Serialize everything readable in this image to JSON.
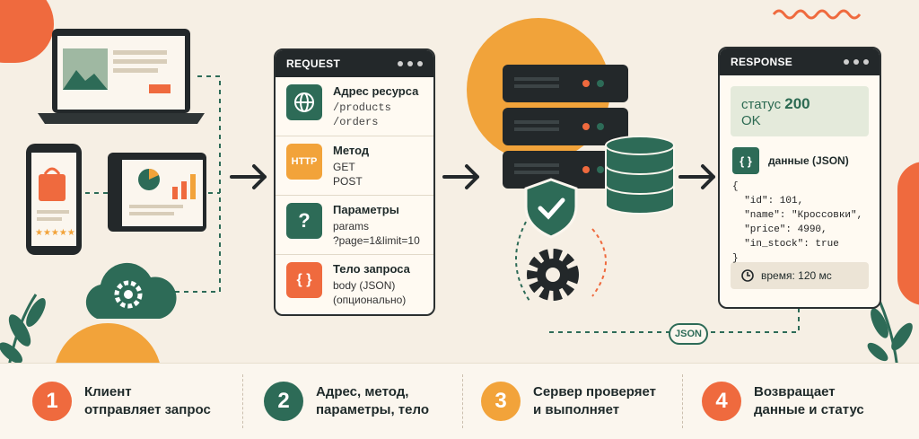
{
  "colors": {
    "teal": "#2d6b57",
    "orange": "#ef6a3e",
    "amber": "#f2a33a",
    "dark": "#23282a"
  },
  "request": {
    "header": "REQUEST",
    "rows": [
      {
        "icon": "globe-icon",
        "title": "Адрес ресурса",
        "lines": [
          "/products",
          "/orders"
        ]
      },
      {
        "icon": "http-icon",
        "badge": "HTTP",
        "title": "Метод",
        "lines": [
          "GET",
          "POST"
        ]
      },
      {
        "icon": "question-icon",
        "badge": "?",
        "title": "Параметры",
        "lines": [
          "params",
          "?page=1&limit=10"
        ]
      },
      {
        "icon": "braces-icon",
        "badge": "{ }",
        "title": "Тело запроса",
        "lines": [
          "body (JSON)",
          "(опционально)"
        ]
      }
    ]
  },
  "response": {
    "header": "RESPONSE",
    "status_label": "статус",
    "status_code": "200",
    "status_text": "OK",
    "data_badge": "{ }",
    "data_label": "данные (JSON)",
    "json": "{\n  \"id\": 101,\n  \"name\": \"Кроссовки\",\n  \"price\": 4990,\n  \"in_stock\": true\n}",
    "time_label": "время: 120 мс"
  },
  "server": {
    "json_badge": "JSON"
  },
  "steps": [
    {
      "number": "1",
      "text1": "Клиент",
      "text2": "отправляет запрос",
      "color": "#ef6a3e"
    },
    {
      "number": "2",
      "text1": "Адрес, метод,",
      "text2": "параметры, тело",
      "color": "#2d6b57"
    },
    {
      "number": "3",
      "text1": "Сервер проверяет",
      "text2": "и выполняет",
      "color": "#f2a33a"
    },
    {
      "number": "4",
      "text1": "Возвращает",
      "text2": "данные и статус",
      "color": "#ef6a3e"
    }
  ]
}
